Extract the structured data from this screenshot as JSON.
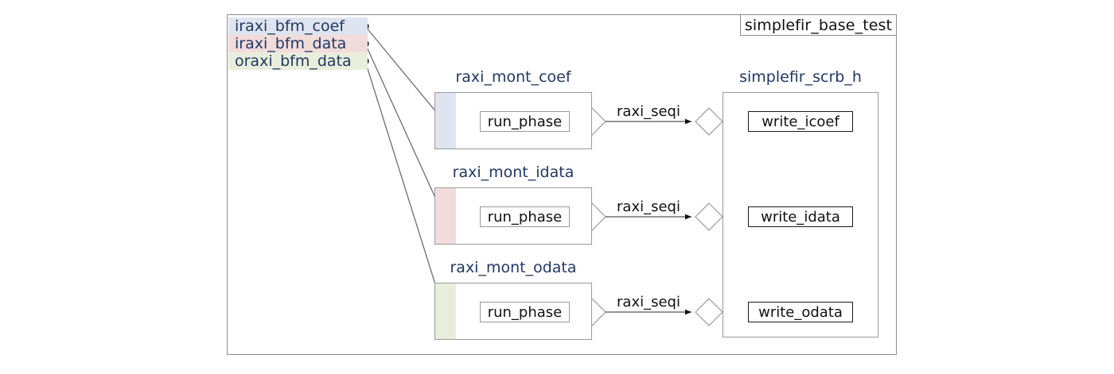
{
  "diagram": {
    "type": "uvm-testbench-hierarchy",
    "title_box": {
      "label": "simplefir_base_test"
    },
    "interfaces": [
      {
        "label": "iraxi_bfm_coef",
        "color": "#dee5f0"
      },
      {
        "label": "iraxi_bfm_data",
        "color": "#f2dcdb"
      },
      {
        "label": "oraxi_bfm_data",
        "color": "#e9eedc"
      }
    ],
    "agents": [
      {
        "title": "raxi_mont_coef",
        "strip_color": "#dee5f0",
        "phase_label": "run_phase",
        "seqi_label": "raxi_seqi"
      },
      {
        "title": "raxi_mont_idata",
        "strip_color": "#f2dcdb",
        "phase_label": "run_phase",
        "seqi_label": "raxi_seqi"
      },
      {
        "title": "raxi_mont_odata",
        "strip_color": "#e9eedc",
        "phase_label": "run_phase",
        "seqi_label": "raxi_seqi"
      }
    ],
    "scoreboard": {
      "title": "simplefir_scrb_h",
      "methods": [
        {
          "label": "write_icoef"
        },
        {
          "label": "write_idata"
        },
        {
          "label": "write_odata"
        }
      ]
    },
    "colors": {
      "title_text": "#1f3864",
      "body_text": "#111111",
      "border_gray": "#8c8c8c",
      "border_dark": "#1a1a1a",
      "connector": "#6e6e6e",
      "background": "#ffffff"
    }
  }
}
